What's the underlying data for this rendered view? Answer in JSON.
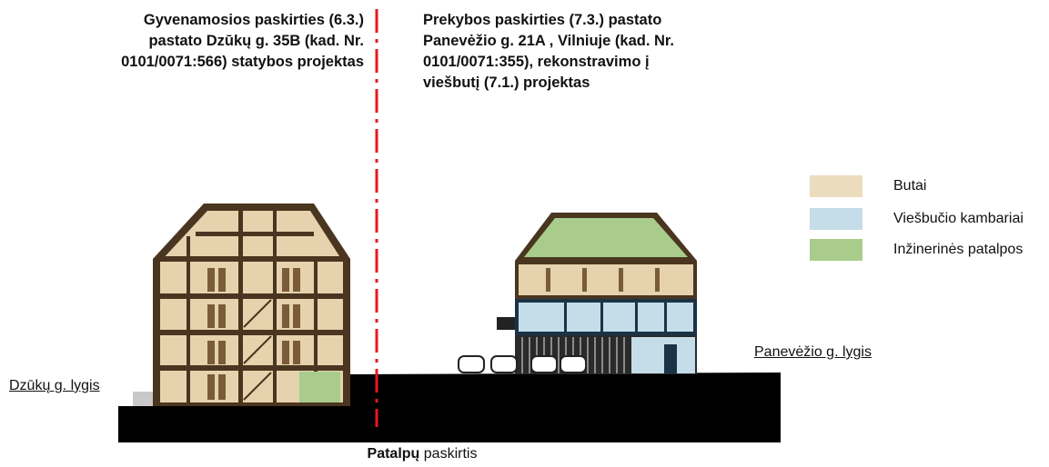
{
  "titles": {
    "left": "Gyvenamosios paskirties (6.3.)\npastato Dzūkų g. 35B (kad. Nr.\n0101/0071:566) statybos projektas",
    "right": "Prekybos paskirties (7.3.) pastato\nPanevėžio g. 21A , Vilniuje (kad. Nr.\n0101/0071:355), rekonstravimo į\nviešbutį (7.1.) projektas"
  },
  "levels": {
    "left": "Dzūkų g. lygis",
    "right": "Panevėžio g. lygis"
  },
  "caption": {
    "bold": "Patalpų",
    "rest": " paskirtis"
  },
  "legend": [
    {
      "label": "Butai",
      "color": "#ecdcbe"
    },
    {
      "label": "Viešbučio kambariai",
      "color": "#c4dde8"
    },
    {
      "label": "Inžinerinės patalpos",
      "color": "#a9cc8c"
    }
  ],
  "colors": {
    "structure": "#4a3520",
    "ground": "#000000",
    "divider": "#e41a1c",
    "hotel_base_stripes": "#8a8a8a"
  }
}
